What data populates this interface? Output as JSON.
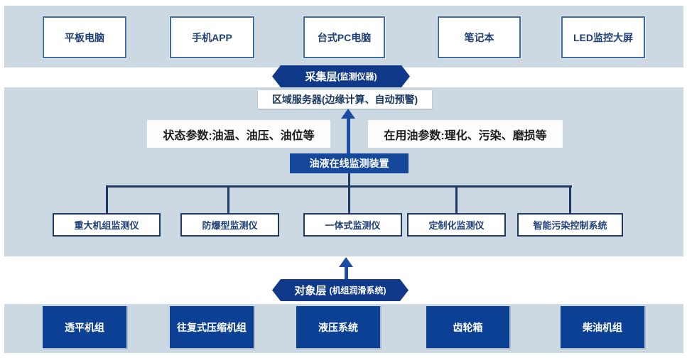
{
  "colors": {
    "band_bg": "#ccd9e2",
    "layer_pill_bg": "#11398a",
    "bottom_box_bg": "#0c4094",
    "monitor_box_bg": "#15479b",
    "arrow_blue": "#1c4da4",
    "connector_navy": "#1f3864",
    "top_box_border": "#3f6ba3",
    "navy_text": "#1f3f77",
    "black_text": "#1c1c1c"
  },
  "top_row": {
    "boxes": [
      {
        "label": "平板电脑"
      },
      {
        "label": "手机APP"
      },
      {
        "label": "台式PC电脑"
      },
      {
        "label": "笔记本"
      },
      {
        "label": "LED监控大屏"
      }
    ]
  },
  "collect_layer": {
    "title": "采集层",
    "subtitle": "(监测仪器)"
  },
  "server_box": {
    "label": "区域服务器(边缘计算、自动预警)"
  },
  "params": {
    "left": "状态参数:油温、油压、油位等",
    "right": "在用油参数:理化、污染、磨损等"
  },
  "monitor_box": {
    "label": "油液在线监测装置"
  },
  "device_row": {
    "boxes": [
      {
        "label": "重大机组监测仪"
      },
      {
        "label": "防爆型监测仪"
      },
      {
        "label": "一体式监测仪"
      },
      {
        "label": "定制化监测仪"
      },
      {
        "label": "智能污染控制系统"
      }
    ]
  },
  "object_layer": {
    "title": "对象层",
    "subtitle": "(机组润滑系统)"
  },
  "bottom_row": {
    "boxes": [
      {
        "label": "透平机组"
      },
      {
        "label": "往复式压缩机组"
      },
      {
        "label": "液压系统"
      },
      {
        "label": "齿轮箱"
      },
      {
        "label": "柴油机组"
      }
    ]
  }
}
